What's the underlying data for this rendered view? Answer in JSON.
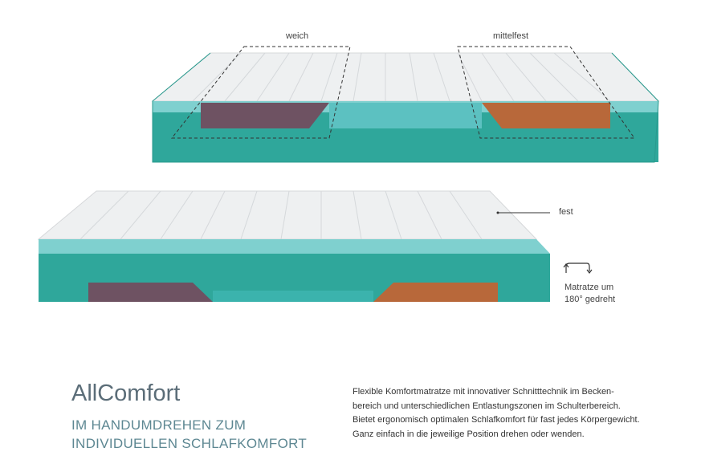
{
  "labels": {
    "weich": "weich",
    "mittelfest": "mittelfest",
    "fest": "fest",
    "rotate_line1": "Matratze um",
    "rotate_line2": "180° gedreht"
  },
  "product": {
    "title": "AllComfort",
    "subtitle_line1": "IM HANDUMDREHEN ZUM",
    "subtitle_line2": "INDIVIDUELLEN SCHLAFKOMFORT"
  },
  "description": [
    "Flexible Komfortmatratze mit innovativer Schnitttechnik im Becken-",
    "bereich und unterschiedlichen Entlastungszonen im Schulterbereich.",
    "Bietet ergonomisch optimalen Schlafkomfort für fast jedes Körpergewicht.",
    "Ganz einfach in die jeweilige Position drehen oder wenden."
  ],
  "colors": {
    "teal": "#2fa79b",
    "teal_light": "#7fd0cf",
    "purple": "#6e5262",
    "orange": "#b8683a",
    "cover": "#f1f2f3"
  }
}
